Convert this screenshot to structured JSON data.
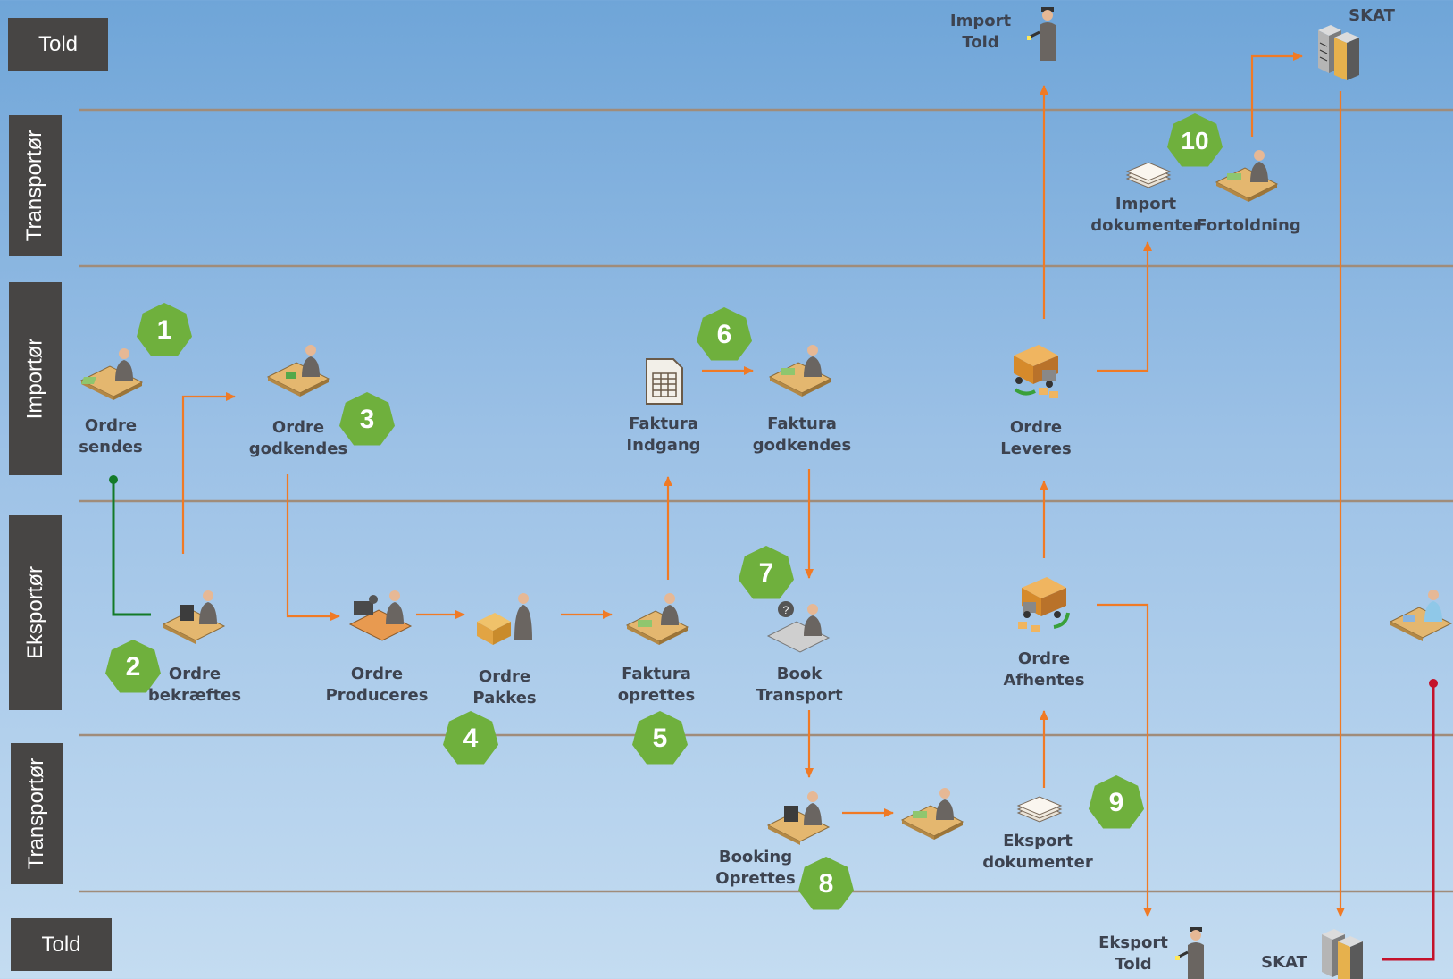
{
  "lanes": [
    {
      "label": "Told",
      "vertical": false
    },
    {
      "label": "Transportør",
      "vertical": true
    },
    {
      "label": "Importør",
      "vertical": true
    },
    {
      "label": "Eksportør",
      "vertical": true
    },
    {
      "label": "Transportør",
      "vertical": true
    },
    {
      "label": "Told",
      "vertical": false
    }
  ],
  "nodes": {
    "import_told": {
      "line1": "Import",
      "line2": "Told",
      "icon": "customs-officer-icon"
    },
    "skat_top": {
      "line1": "SKAT",
      "icon": "server-icon"
    },
    "import_dokumenter": {
      "line1": "Import",
      "line2": "dokumenter",
      "icon": "documents-icon"
    },
    "fortoldning": {
      "line1": "Fortoldning",
      "icon": "desk-worker-icon"
    },
    "ordre_sendes": {
      "line1": "Ordre",
      "line2": "sendes",
      "icon": "desk-worker-icon"
    },
    "ordre_godkendes": {
      "line1": "Ordre",
      "line2": "godkendes",
      "icon": "desk-worker-icon"
    },
    "faktura_indgang": {
      "line1": "Faktura",
      "line2": "Indgang",
      "icon": "spreadsheet-icon"
    },
    "faktura_godkendes": {
      "line1": "Faktura",
      "line2": "godkendes",
      "icon": "desk-worker-icon"
    },
    "ordre_leveres": {
      "line1": "Ordre",
      "line2": "Leveres",
      "icon": "truck-icon"
    },
    "ordre_bekraeftes": {
      "line1": "Ordre",
      "line2": "bekræftes",
      "icon": "computer-worker-icon"
    },
    "ordre_produceres": {
      "line1": "Ordre",
      "line2": "Produceres",
      "icon": "factory-worker-icon"
    },
    "ordre_pakkes": {
      "line1": "Ordre",
      "line2": "Pakkes",
      "icon": "packing-worker-icon"
    },
    "faktura_oprettes": {
      "line1": "Faktura",
      "line2": "oprettes",
      "icon": "desk-worker-icon"
    },
    "book_transport": {
      "line1": "Book",
      "line2": "Transport",
      "icon": "phone-worker-icon"
    },
    "ordre_afhentes": {
      "line1": "Ordre",
      "line2": "Afhentes",
      "icon": "truck-icon"
    },
    "booking_oprettes": {
      "line1": "Booking",
      "line2": "Oprettes",
      "icon": "computer-worker-icon"
    },
    "transport_worker": {
      "icon": "desk-worker-icon"
    },
    "eksport_dokumenter": {
      "line1": "Eksport",
      "line2": "dokumenter",
      "icon": "documents-icon"
    },
    "eksport_told": {
      "line1": "Eksport",
      "line2": "Told",
      "icon": "customs-officer-icon"
    },
    "skat_bottom": {
      "line1": "SKAT",
      "icon": "server-icon"
    },
    "eksportor_side": {
      "icon": "cashier-worker-icon"
    }
  },
  "steps": [
    "1",
    "2",
    "3",
    "4",
    "5",
    "6",
    "7",
    "8",
    "9",
    "10"
  ],
  "colors": {
    "lane_label_bg": "#474544",
    "badge": "#6fb03d",
    "arrow": "#f07a25",
    "start_line": "#137a28",
    "end_line": "#c4122a",
    "lane_divider": "#a08c7a",
    "label_text": "#3d4350"
  }
}
